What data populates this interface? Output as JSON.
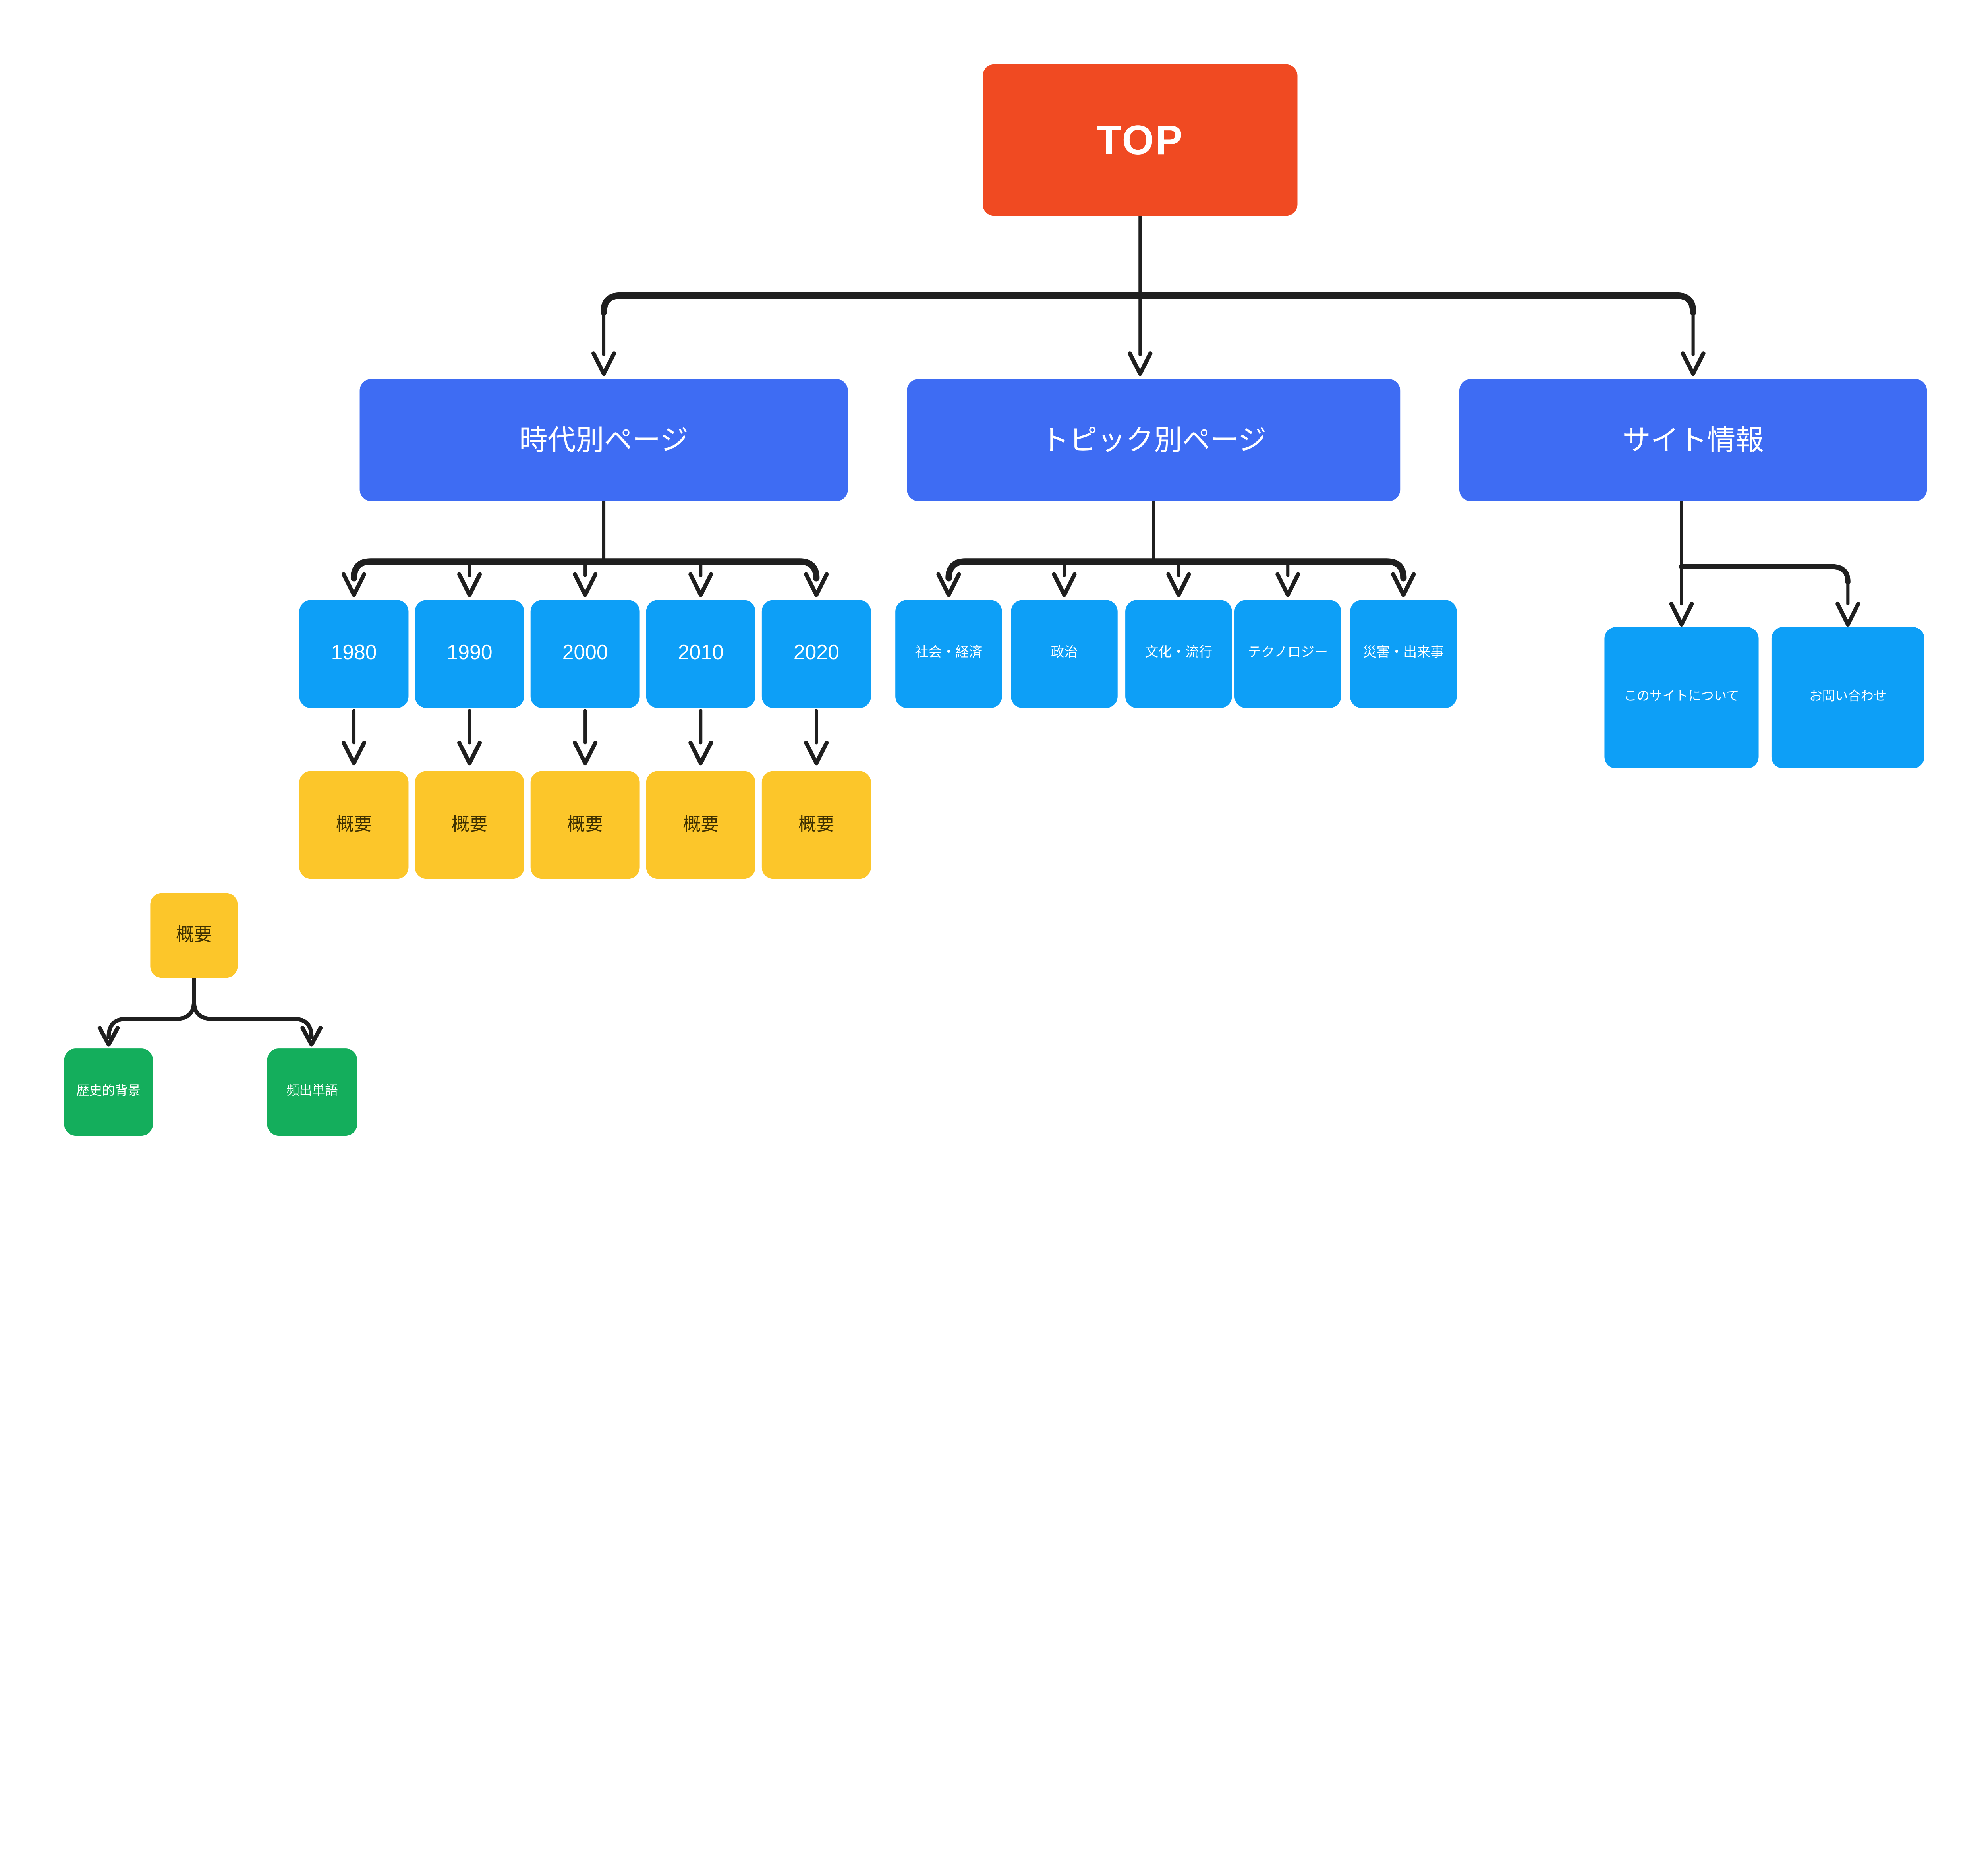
{
  "palette": {
    "red": "#F04A22",
    "royal_blue": "#3E6CF3",
    "light_blue": "#0D9FF7",
    "yellow": "#FCC62A",
    "green": "#14AE5C",
    "line": "#1F1F1F",
    "text_light": "#FFFFFF",
    "text_dark": "#3F3100"
  },
  "tree": {
    "root": {
      "label": "TOP"
    },
    "branches": [
      {
        "label": "時代別ページ",
        "children": [
          {
            "label": "1980",
            "overview": "概要"
          },
          {
            "label": "1990",
            "overview": "概要"
          },
          {
            "label": "2000",
            "overview": "概要"
          },
          {
            "label": "2010",
            "overview": "概要"
          },
          {
            "label": "2020",
            "overview": "概要"
          }
        ]
      },
      {
        "label": "トピック別ページ",
        "children": [
          {
            "label": "社会・経済"
          },
          {
            "label": "政治"
          },
          {
            "label": "文化・流行"
          },
          {
            "label": "テクノロジー"
          },
          {
            "label": "災害・出来事"
          }
        ]
      },
      {
        "label": "サイト情報",
        "children": [
          {
            "label": "このサイトについて"
          },
          {
            "label": "お問い合わせ"
          }
        ]
      }
    ],
    "detail": {
      "root": {
        "label": "概要"
      },
      "children": [
        {
          "label": "歴史的背景"
        },
        {
          "label": "頻出単語"
        }
      ]
    }
  }
}
